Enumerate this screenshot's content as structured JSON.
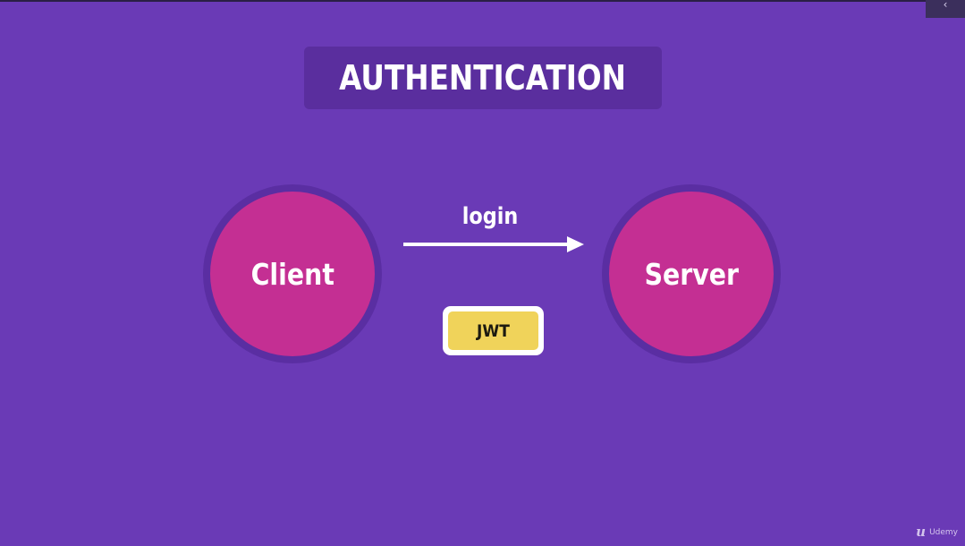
{
  "slide": {
    "title": "AUTHENTICATION",
    "background_color": "#6a3ab6"
  },
  "diagram": {
    "client_label": "Client",
    "server_label": "Server",
    "arrow_label": "login",
    "arrow_direction": "client-to-server",
    "token_label": "JWT",
    "node_color": "#c42f93",
    "node_ring_color": "#5a2ea2",
    "token_color": "#f0d35a"
  },
  "corner_button": {
    "icon": "chevron-icon",
    "glyph": "‹"
  },
  "watermark": {
    "mark": "u",
    "text": "Udemy"
  }
}
